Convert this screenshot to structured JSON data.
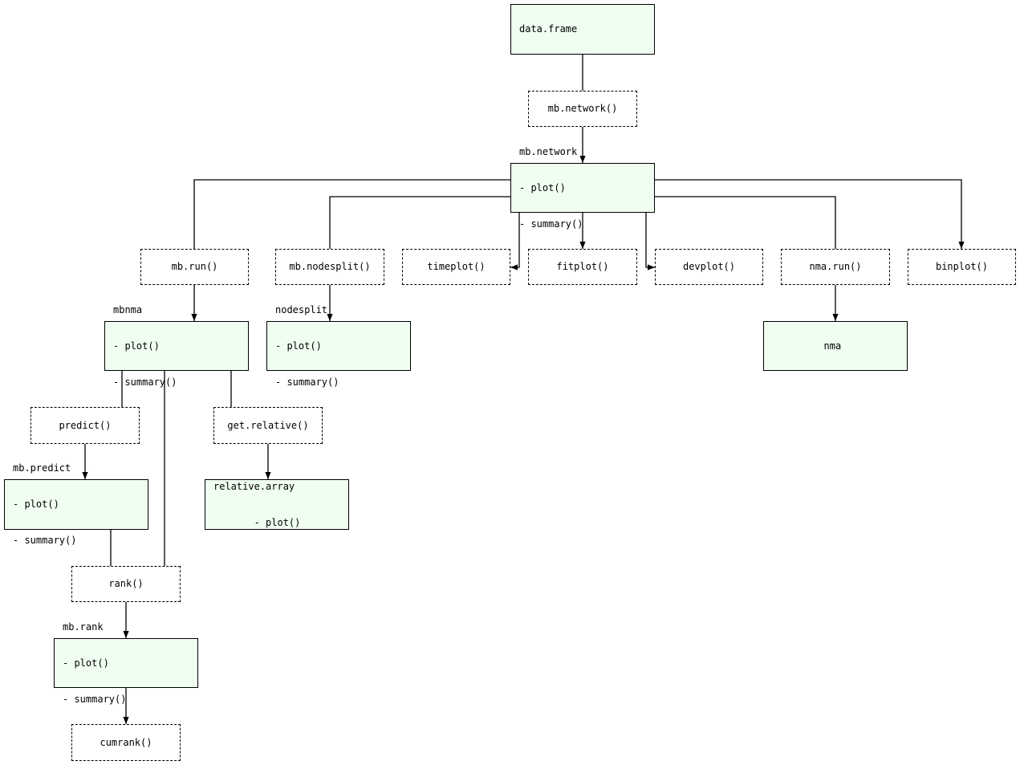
{
  "nodes": {
    "data_frame": {
      "lines": [
        "data.frame"
      ]
    },
    "mb_network_fn": {
      "label": "mb.network()"
    },
    "mb_network": {
      "lines": [
        "mb.network",
        "- plot()",
        "- summary()"
      ]
    },
    "mb_run": {
      "label": "mb.run()"
    },
    "mb_nodesplit": {
      "label": "mb.nodesplit()"
    },
    "timeplot": {
      "label": "timeplot()"
    },
    "fitplot": {
      "label": "fitplot()"
    },
    "devplot": {
      "label": "devplot()"
    },
    "nma_run": {
      "label": "nma.run()"
    },
    "binplot": {
      "label": "binplot()"
    },
    "mbnma": {
      "lines": [
        "mbnma",
        "- plot()",
        "- summary()"
      ]
    },
    "nodesplit": {
      "lines": [
        "nodesplit",
        "- plot()",
        "- summary()"
      ]
    },
    "nma": {
      "lines": [
        "nma"
      ]
    },
    "predict": {
      "label": "predict()"
    },
    "get_relative": {
      "label": "get.relative()"
    },
    "mb_predict": {
      "lines": [
        "mb.predict",
        "- plot()",
        "- summary()"
      ]
    },
    "relative_array": {
      "lines": [
        "relative.array",
        "       - plot()"
      ]
    },
    "rank": {
      "label": "rank()"
    },
    "mb_rank": {
      "lines": [
        "mb.rank",
        "- plot()",
        "- summary()"
      ]
    },
    "cumrank": {
      "label": "cumrank()"
    }
  }
}
